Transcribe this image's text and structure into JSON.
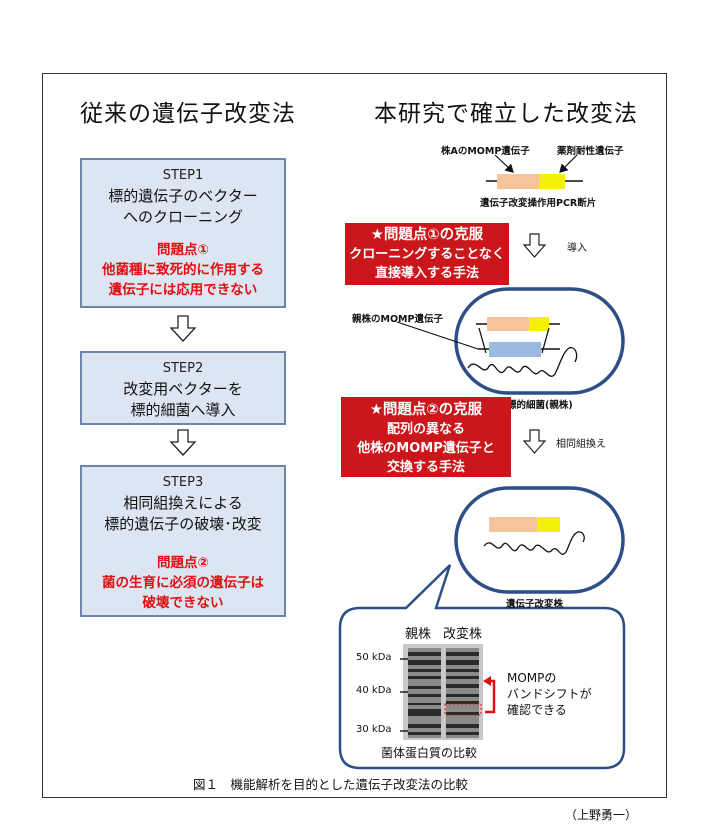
{
  "left": {
    "heading": "従来の遺伝子改変法",
    "steps": [
      {
        "title": "STEP1",
        "desc": [
          "標的遺伝子のベクター",
          "へのクローニング"
        ],
        "problem": [
          "問題点①",
          "他菌種に致死的に作用する",
          "遺伝子には応用できない"
        ]
      },
      {
        "title": "STEP2",
        "desc": [
          "改変用ベクターを",
          "標的細菌へ導入"
        ]
      },
      {
        "title": "STEP3",
        "desc": [
          "相同組換えによる",
          "標的遺伝子の破壊･改変"
        ],
        "problem": [
          "問題点②",
          "菌の生育に必須の遺伝子は",
          "破壊できない"
        ]
      }
    ]
  },
  "right": {
    "heading": "本研究で確立した改変法",
    "labels": {
      "strain_a_momp": "株AのMOMP遺伝子",
      "drug_resistance": "薬剤耐性遺伝子",
      "pcr_fragment": "遺伝子改変操作用PCR断片",
      "introduce": "導入",
      "parent_momp": "親株のMOMP遺伝子",
      "target_bacterium": "標的細菌(親株)",
      "homologous_recombination": "相同組換え",
      "modified_strain": "遺伝子改変株"
    },
    "solution1": {
      "title": "★問題点①の克服",
      "lines": [
        "クローニングすることなく",
        "直接導入する手法"
      ]
    },
    "solution2": {
      "title": "★問題点②の克服",
      "lines": [
        "配列の異なる",
        "他株のMOMP遺伝子と",
        "交換する手法"
      ]
    },
    "gel": {
      "lanes": [
        "親株",
        "改変株"
      ],
      "markers": [
        "50 kDa",
        "40 kDa",
        "30 kDa"
      ],
      "note": [
        "MOMPの",
        "バンドシフトが",
        "確認できる"
      ],
      "caption": "菌体蛋白質の比較"
    }
  },
  "figure_caption": "図１　機能解析を目的とした遺伝子改変法の比較",
  "author": "（上野勇一）",
  "colors": {
    "step_fill": "#dce6f2",
    "step_border": "#6b86a8",
    "problem_text": "#e01010",
    "solution_fill": "#c9171c",
    "gene_momp": "#f7c39a",
    "gene_drug": "#f5f00a",
    "gene_parent": "#9db9df",
    "cell_border": "#2d4f85"
  }
}
